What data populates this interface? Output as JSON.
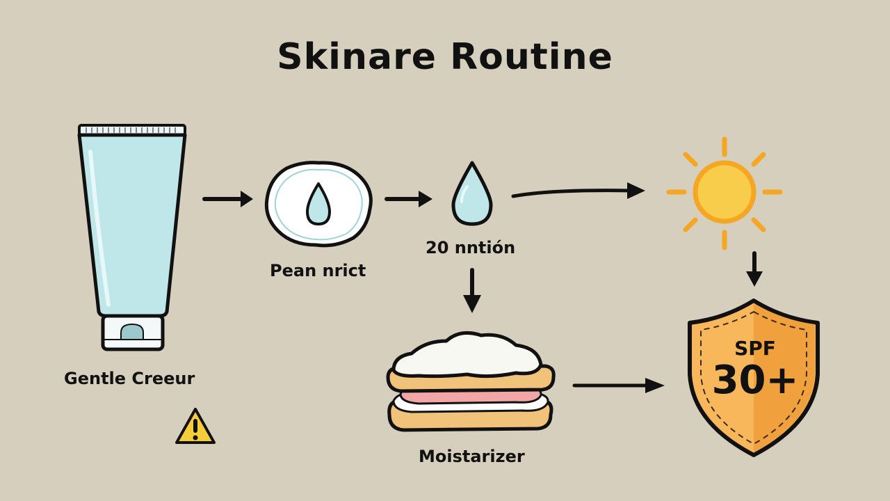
{
  "title": "Skinare Routine",
  "steps": [
    {
      "id": "cleanser",
      "label": "Gentle Creeur",
      "icon": "cream-tube-icon"
    },
    {
      "id": "pad",
      "label": "Pean nrict",
      "icon": "cotton-pad-droplet-icon"
    },
    {
      "id": "serum",
      "label": "20 nntión",
      "icon": "water-droplet-icon"
    },
    {
      "id": "sun",
      "label": "",
      "icon": "sun-icon"
    },
    {
      "id": "moisturizer",
      "label": "Moistarizer",
      "icon": "cream-sandwich-icon"
    },
    {
      "id": "spf",
      "label": "",
      "icon": "shield-icon",
      "badge_top": "SPF",
      "badge_value": "30+"
    }
  ],
  "warning": {
    "icon": "warning-icon",
    "symbol": "!"
  },
  "colors": {
    "background": "#d6cfbe",
    "tube": "#bfe6e8",
    "sun": "#f5a623",
    "sun_fill": "#f9cd4c",
    "shield": "#f2a540",
    "warning": "#f5cc3a"
  }
}
